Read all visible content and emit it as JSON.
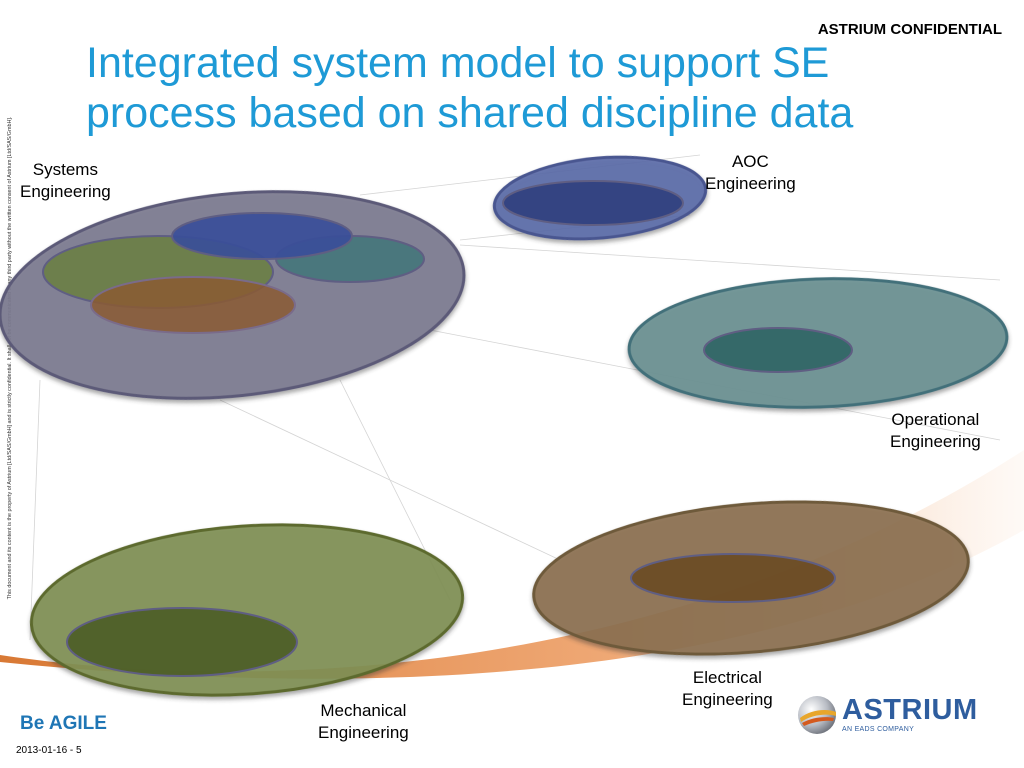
{
  "header": {
    "confidential": "ASTRIUM CONFIDENTIAL",
    "title_line1": "Integrated system model to support SE",
    "title_line2": "process based on shared discipline data"
  },
  "side_note": "This document and its content is the property of Astrium [Ltd/SAS/GmbH] and is strictly confidential. It shall not be communicated to any third party without the written consent of Astrium [Ltd/SAS/GmbH].",
  "disciplines": [
    {
      "id": "systems",
      "label_line1": "Systems",
      "label_line2": "Engineering",
      "color": "#7c7b90"
    },
    {
      "id": "aoc",
      "label_line1": "AOC",
      "label_line2": "Engineering",
      "color": "#4f5d9c"
    },
    {
      "id": "operational",
      "label_line1": "Operational",
      "label_line2": "Engineering",
      "color": "#5f8a8a"
    },
    {
      "id": "mechanical",
      "label_line1": "Mechanical",
      "label_line2": "Engineering",
      "color": "#7c8f50"
    },
    {
      "id": "electrical",
      "label_line1": "Electrical",
      "label_line2": "Engineering",
      "color": "#8f7048"
    }
  ],
  "footer": {
    "be": "Be",
    "agile": "AGILE",
    "date": "2013-01-16 - 5",
    "logo_name": "ASTRIUM",
    "logo_tagline": "AN EADS COMPANY"
  }
}
